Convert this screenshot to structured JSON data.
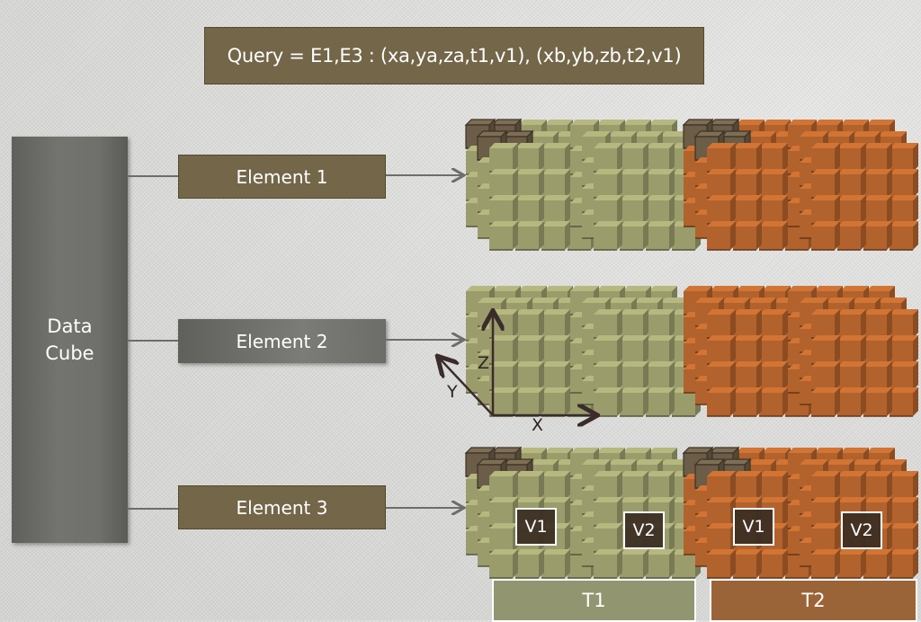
{
  "query": {
    "text": "Query = E1,E3 : (xa,ya,za,t1,v1), (xb,yb,zb,t2,v1)"
  },
  "data_cube": {
    "line1": "Data",
    "line2": "Cube"
  },
  "elements": [
    {
      "label": "Element 1",
      "highlighted_cells": true,
      "style": "brown"
    },
    {
      "label": "Element 2",
      "highlighted_cells": false,
      "style": "gray"
    },
    {
      "label": "Element 3",
      "highlighted_cells": true,
      "style": "brown"
    }
  ],
  "axes": {
    "x": "X",
    "y": "Y",
    "z": "Z"
  },
  "time_blocks": [
    {
      "label": "T1",
      "variables": [
        "V1",
        "V2"
      ]
    },
    {
      "label": "T2",
      "variables": [
        "V1",
        "V2"
      ]
    }
  ],
  "colors": {
    "query_box": "#736649",
    "t1_cube": "#9a9c6c",
    "t2_cube": "#b2622c",
    "highlight_cube": "#6b5d48",
    "t1_bar": "#929670",
    "t2_bar": "#9b6438",
    "data_cube_box": "#6b6c67"
  },
  "grid": {
    "columns_per_block": 4,
    "rows_per_block": 4,
    "depth_per_block": 3
  }
}
